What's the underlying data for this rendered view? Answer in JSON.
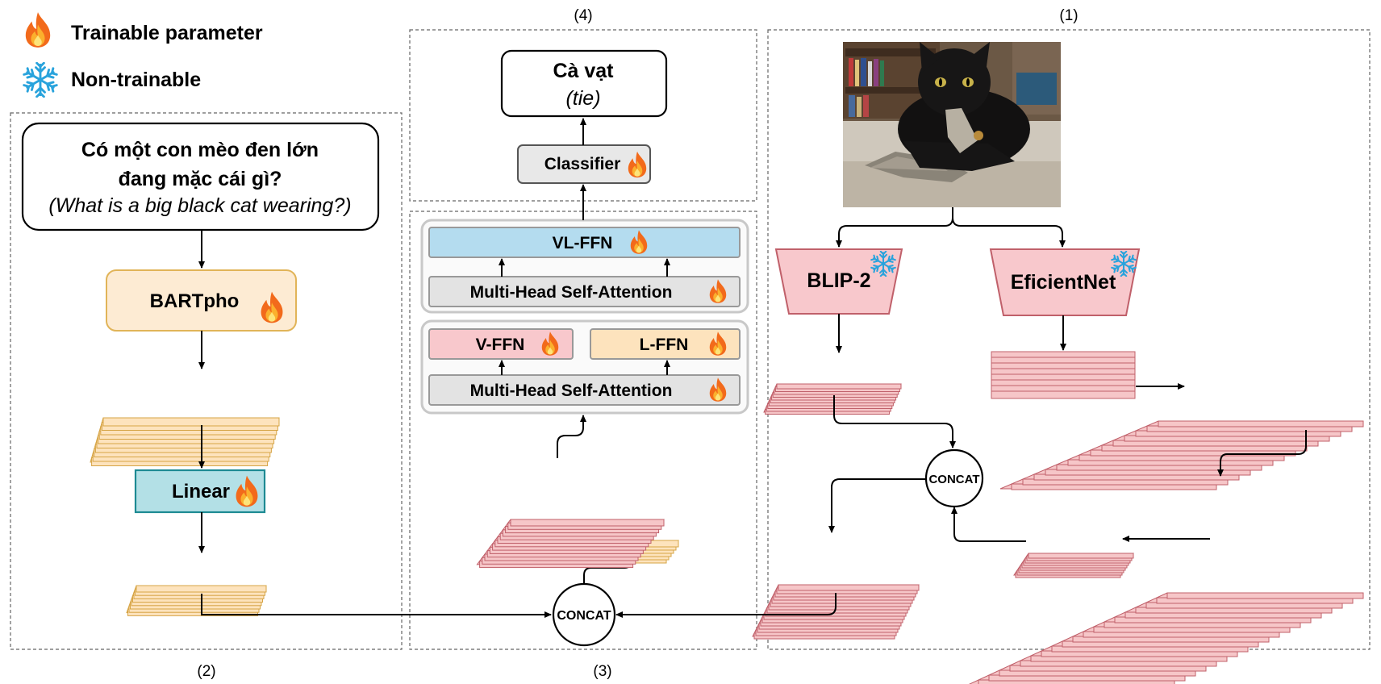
{
  "legend": {
    "trainable_label": "Trainable parameter",
    "frozen_label": "Non-trainable"
  },
  "panels": {
    "p1_label": "(1)",
    "p2_label": "(2)",
    "p3_label": "(3)",
    "p4_label": "(4)"
  },
  "question": {
    "line1": "Có một con mèo đen lớn",
    "line2": "đang mặc cái gì?",
    "translation": "(What is a big black cat wearing?)"
  },
  "text_encoder": {
    "label": "BARTpho"
  },
  "linear": {
    "label": "Linear"
  },
  "vision": {
    "blip_label": "BLIP-2",
    "efficientnet_label": "EficientNet",
    "concat_label": "CONCAT"
  },
  "fusion": {
    "concat_label": "CONCAT",
    "vl_ffn_label": "VL-FFN",
    "mhsa_top_label": "Multi-Head Self-Attention",
    "v_ffn_label": "V-FFN",
    "l_ffn_label": "L-FFN",
    "mhsa_bottom_label": "Multi-Head Self-Attention"
  },
  "output": {
    "classifier_label": "Classifier",
    "answer": "Cà vạt",
    "answer_translation": "(tie)"
  },
  "icons": {
    "trainable": "fire-icon",
    "frozen": "snowflake-icon",
    "photo": "black-cat-photo"
  },
  "colors": {
    "text_feature": "#fde3bd",
    "text_feature_stroke": "#d6a445",
    "image_feature": "#f6c6c8",
    "image_feature_stroke": "#c0606a",
    "bartpho_fill": "#fdebd3",
    "linear_fill": "#b3e0e6",
    "vl_ffn_fill": "#b4dcef",
    "mhsa_fill": "#e3e3e3",
    "encoder_fill": "#f8c8cc"
  }
}
